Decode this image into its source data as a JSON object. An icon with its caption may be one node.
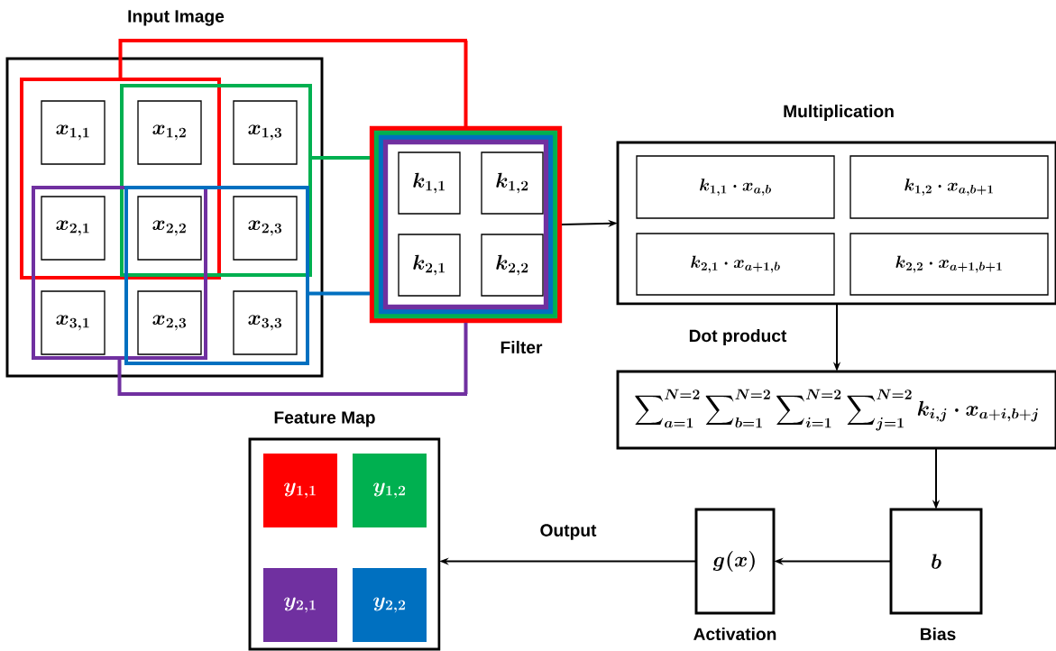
{
  "diagram": {
    "nodes": [
      {
        "text": [
          "Input Image"
        ]
      },
      {
        "text": [
          "x_{1,1}"
        ],
        "in": 10
      },
      {
        "text": [
          "x_{1,2}"
        ]
      },
      {
        "text": [
          "x_{1,3}"
        ],
        "in": 11
      },
      {
        "text": [
          "x_{2,1}"
        ]
      },
      {
        "text": [
          "x_{2,2}"
        ]
      },
      {
        "text": [
          "x_{2,3}"
        ]
      },
      {
        "text": [
          "x_{3,1}"
        ],
        "in": 13
      },
      {
        "text": [
          "x_{2,3}"
        ]
      },
      {
        "text": [
          "x_{3,3}"
        ],
        "in": 12
      },
      {
        "text": [],
        "shape": "box",
        "in": 0
      },
      {
        "text": [],
        "shape": "box",
        "in": 0
      },
      {
        "text": [],
        "shape": "box",
        "in": 0
      },
      {
        "text": [],
        "shape": "box",
        "in": 0
      },
      {
        "text": [],
        "shape": "box"
      },
      {
        "text": [
          "k_{1,1}"
        ],
        "in": 14
      },
      {
        "text": [
          "k_{1,2}"
        ],
        "in": 14
      },
      {
        "text": [
          "k_{2,1}"
        ],
        "in": 14
      },
      {
        "text": [
          "k_{2,2}"
        ],
        "in": 14
      },
      {
        "text": [
          "Multiplication"
        ]
      },
      {
        "text": [
          "k_{1,1}\\cdot x_{a,b}"
        ],
        "in": 19
      },
      {
        "text": [
          "k_{1,2}\\cdot x_{a,b+1}"
        ],
        "in": 19
      },
      {
        "text": [
          "k_{2,1}\\cdot x_{a+1,b}"
        ],
        "in": 19
      },
      {
        "text": [
          "k_{2,2}\\cdot x_{a+1,b+1}"
        ],
        "in": 19
      },
      {
        "text": [
          "\\sum\\nolimits_{a=1}^{N=2}\\sum\\nolimits_{b=1}^{N=2}\\sum\\nolimits_{i=1}^{N=2}\\sum\\nolimits_{j=1}^{N=2} k_{i,j}\\cdot x_{a+i,b+j}"
        ]
      },
      {
        "text": [
          "g(x)"
        ],
        "beside": [
          "Activation"
        ]
      },
      {
        "text": [
          "b"
        ],
        "beside": [
          "Bias"
        ]
      },
      {
        "text": [
          "Feature Map"
        ]
      },
      {
        "text": [
          "y_{1,1}"
        ],
        "in": 27
      },
      {
        "text": [
          "y_{1,2}"
        ],
        "in": 27
      },
      {
        "text": [
          "y_{2,1}"
        ],
        "in": 27
      },
      {
        "text": [
          "y_{2,2}"
        ],
        "in": 27
      }
    ],
    "edges": [
      {
        "from": 10,
        "to": 14,
        "arrow": "none",
        "style": "thick",
        "color": "#ff0000"
      },
      {
        "from": 11,
        "to": 14,
        "arrow": "none",
        "style": "thick",
        "color": "#00b050"
      },
      {
        "from": 12,
        "to": 14,
        "arrow": "none",
        "style": "thick",
        "color": "#0070c0"
      },
      {
        "from": 13,
        "to": 14,
        "arrow": "none",
        "style": "thick",
        "color": "#7030a0"
      },
      {
        "from": 14,
        "to": 19,
        "arrow": "to"
      },
      {
        "from": 19,
        "to": 24,
        "arrow": "to",
        "label": "Dot product"
      },
      {
        "from": 24,
        "to": 26,
        "arrow": "to"
      },
      {
        "from": 26,
        "to": 25,
        "arrow": "to"
      },
      {
        "from": 25,
        "to": 27,
        "arrow": "to",
        "label": "Output"
      }
    ],
    "labels": [
      "Filter"
    ]
  }
}
